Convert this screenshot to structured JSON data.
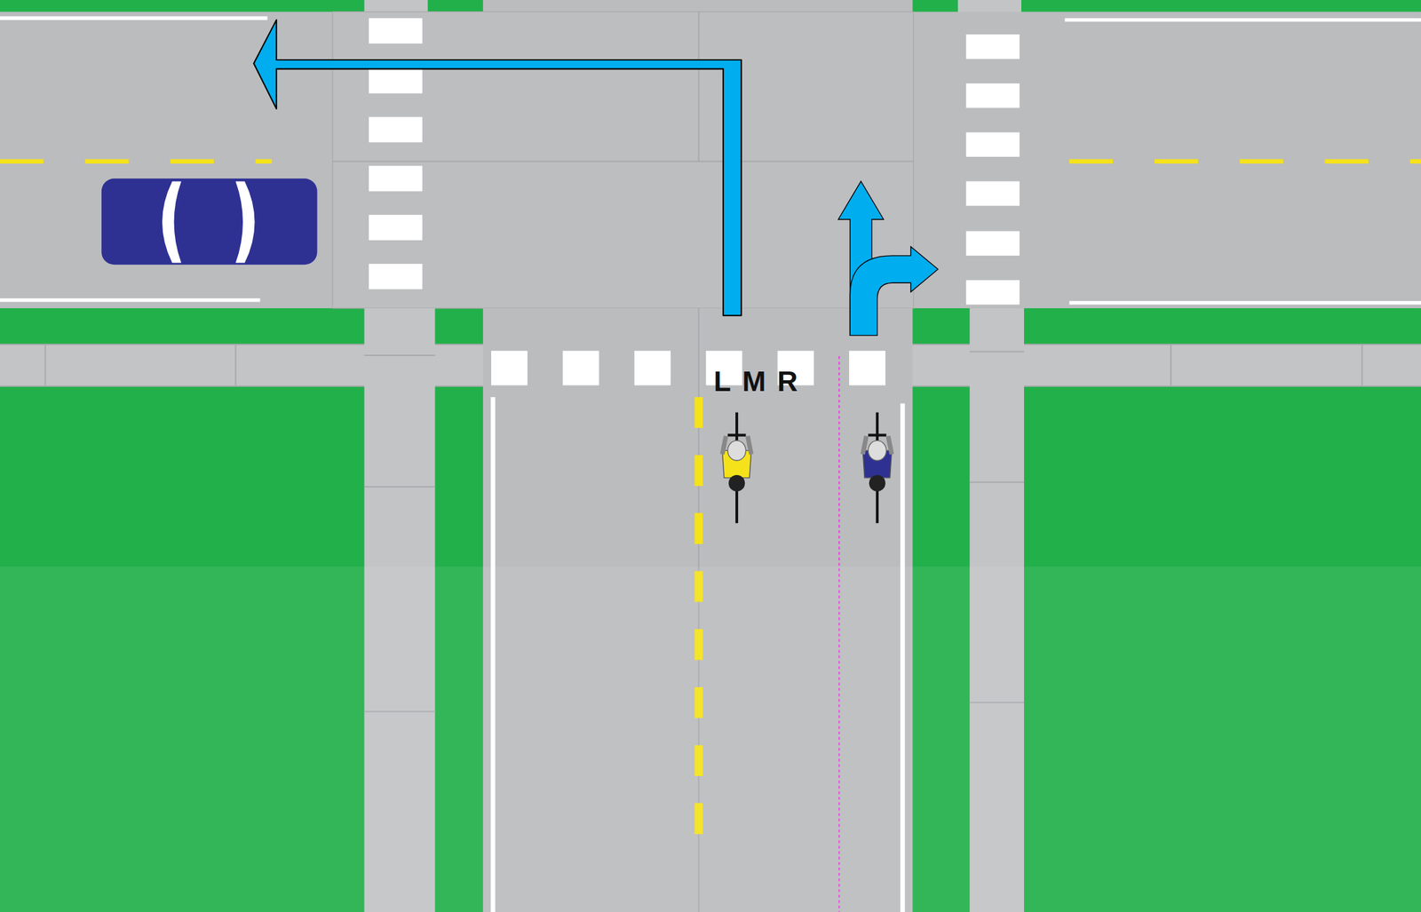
{
  "diagram": {
    "labels": [
      "L",
      "M",
      "R"
    ]
  }
}
